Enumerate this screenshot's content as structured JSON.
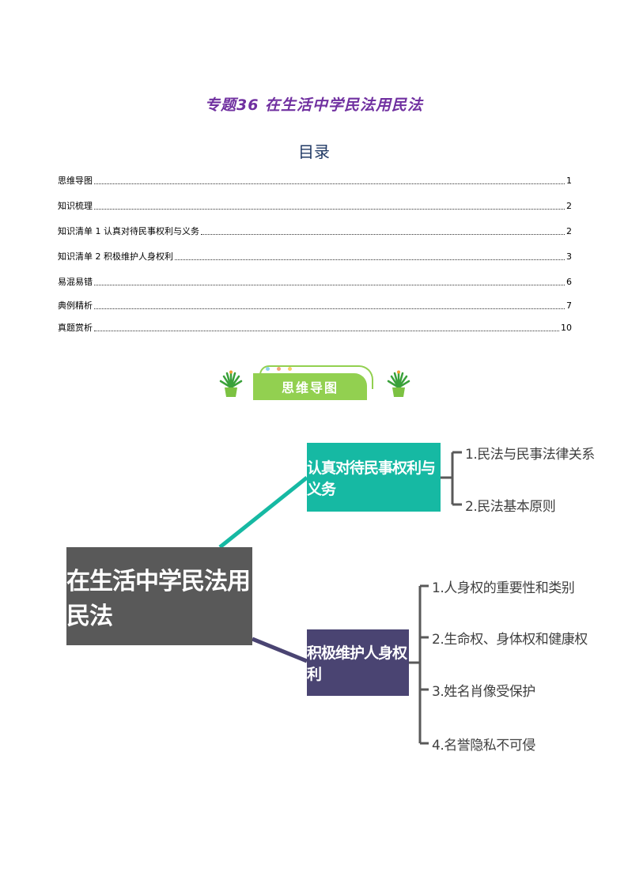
{
  "document": {
    "title": "专题36  在生活中学民法用民法",
    "toc_heading": "目录"
  },
  "toc": [
    {
      "label": "思维导图",
      "page": "1"
    },
    {
      "label": "知识梳理",
      "page": "2"
    },
    {
      "label": "知识清单 1 认真对待民事权利与义务",
      "page": "2"
    },
    {
      "label": "知识清单 2 积极维护人身权利",
      "page": "3"
    },
    {
      "label": "易混易错",
      "page": "6"
    },
    {
      "label": "典例精析",
      "page": "7"
    },
    {
      "label": "真题赏析",
      "page": "10"
    }
  ],
  "banner": {
    "label": "思维导图",
    "color": "#92d050",
    "plant_icon": "potted-plant-icon"
  },
  "mind_map": {
    "root": "在生活中学民法用民法",
    "root_color": "#595959",
    "branches": [
      {
        "label": "认真对待民事权利与义务",
        "color": "#16b9a3",
        "items": [
          "1.民法与民事法律关系",
          "2.民法基本原则"
        ]
      },
      {
        "label": "积极维护人身权利",
        "color": "#4a4472",
        "items": [
          "1.人身权的重要性和类别",
          "2.生命权、身体权和健康权",
          "3.姓名肖像受保护",
          "4.名誉隐私不可侵"
        ]
      }
    ]
  }
}
